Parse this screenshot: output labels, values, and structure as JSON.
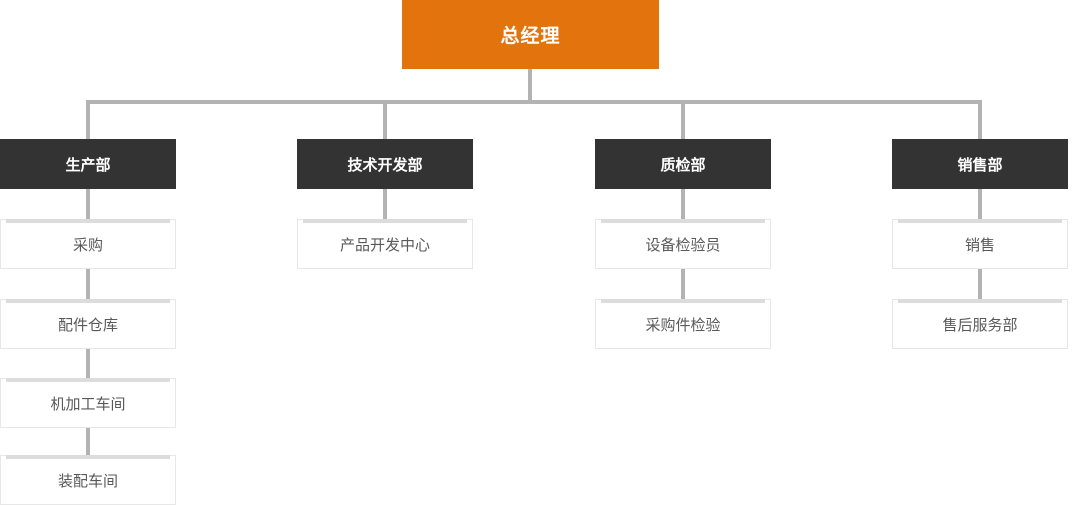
{
  "org_chart": {
    "root": {
      "label": "总经理"
    },
    "departments": [
      {
        "label": "生产部",
        "children": [
          "采购",
          "配件仓库",
          "机加工车间",
          "装配车间"
        ]
      },
      {
        "label": "技术开发部",
        "children": [
          "产品开发中心"
        ]
      },
      {
        "label": "质检部",
        "children": [
          "设备检验员",
          "采购件检验"
        ]
      },
      {
        "label": "销售部",
        "children": [
          "销售",
          "售后服务部"
        ]
      }
    ],
    "colors": {
      "root_box": "#E2730D",
      "department_box": "#333333",
      "connector_line": "#B3B3B3",
      "child_box_border": "#E7E7E7",
      "child_box_top_strip": "#DCDCDC",
      "child_text": "#595959"
    }
  }
}
